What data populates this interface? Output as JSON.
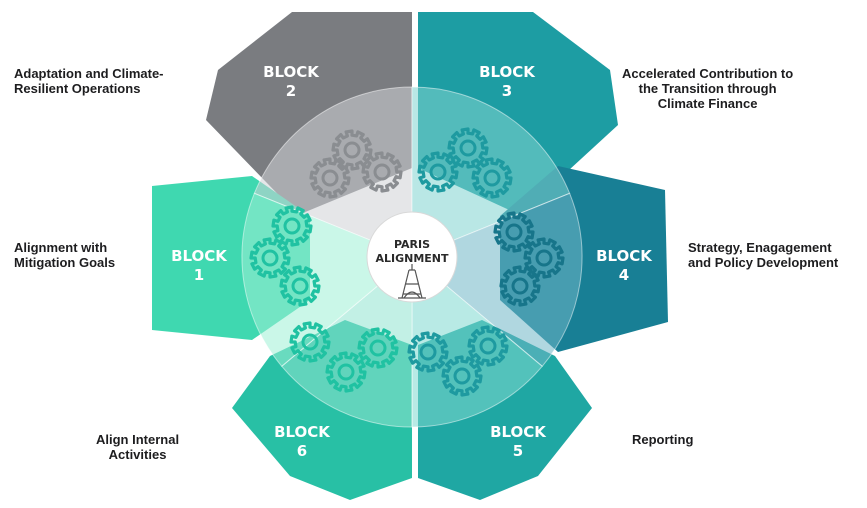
{
  "center": {
    "line1": "PARIS",
    "line2": "ALIGNMENT",
    "icon": "eiffel-tower-icon"
  },
  "blocks": [
    {
      "id": "1",
      "word": "BLOCK",
      "number": "1",
      "color": "#3fd8b0",
      "label": [
        "Alignment with",
        "Mitigation Goals"
      ]
    },
    {
      "id": "2",
      "word": "BLOCK",
      "number": "2",
      "color": "#7a7c80",
      "label": [
        "Adaptation and Climate-",
        "Resilient Operations"
      ]
    },
    {
      "id": "3",
      "word": "BLOCK",
      "number": "3",
      "color": "#1d9da3",
      "label": [
        "Accelerated Contribution to",
        "the Transition through",
        "Climate Finance"
      ]
    },
    {
      "id": "4",
      "word": "BLOCK",
      "number": "4",
      "color": "#187f95",
      "label": [
        "Strategy, Enagagement",
        "and Policy Development"
      ]
    },
    {
      "id": "5",
      "word": "BLOCK",
      "number": "5",
      "color": "#1fa7a3",
      "label": [
        "Reporting"
      ]
    },
    {
      "id": "6",
      "word": "BLOCK",
      "number": "6",
      "color": "#28c0a5",
      "label": [
        "Align Internal",
        "Activities"
      ]
    }
  ],
  "gear_icon": "gear-icon"
}
